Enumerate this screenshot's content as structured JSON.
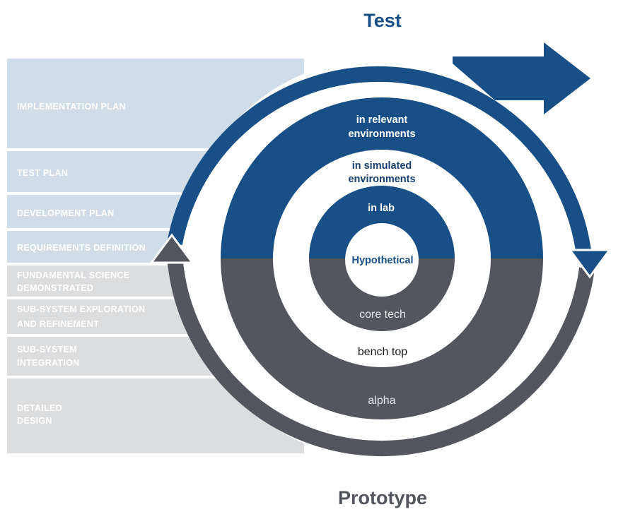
{
  "colors": {
    "blue": "#174f86",
    "gray": "#53575d",
    "panel_blue": "#d0dce7",
    "panel_gray": "#dcdddf",
    "white": "#ffffff",
    "text_dark": "#1a1a1a",
    "text_light": "#e6e7e8",
    "text_blue_on_white": "#163f70"
  },
  "titles": {
    "top": "Test",
    "bottom": "Prototype"
  },
  "left_panels": {
    "test_side": [
      {
        "lines": [
          "IMPLEMENTATION PLAN"
        ]
      },
      {
        "lines": [
          "TEST PLAN"
        ]
      },
      {
        "lines": [
          "DEVELOPMENT PLAN"
        ]
      },
      {
        "lines": [
          "REQUIREMENTS DEFINITION"
        ]
      }
    ],
    "prototype_side": [
      {
        "lines": [
          "FUNDAMENTAL SCIENCE",
          "DEMONSTRATED"
        ]
      },
      {
        "lines": [
          "SUB-SYSTEM EXPLORATION",
          "AND REFINEMENT"
        ]
      },
      {
        "lines": [
          "SUB-SYSTEM",
          "INTEGRATION"
        ]
      },
      {
        "lines": [
          "DETAILED",
          "DESIGN"
        ]
      }
    ]
  },
  "rings": {
    "test": {
      "outer": [
        "in relevant",
        "environments"
      ],
      "middle": [
        "in simulated",
        "environments"
      ],
      "inner": [
        "in lab"
      ]
    },
    "center": "Hypothetical",
    "prototype": {
      "inner": "core tech",
      "middle": "bench top",
      "outer": "alpha"
    }
  }
}
